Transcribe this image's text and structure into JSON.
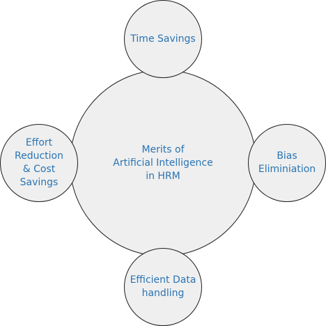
{
  "diagram": {
    "center": {
      "label": "Merits of\nArtificial Intelligence\nin HRM"
    },
    "satellites": {
      "top": {
        "label": "Time Savings"
      },
      "right": {
        "label": "Bias\nEliminiation"
      },
      "bottom": {
        "label": "Efficient Data\nhandling"
      },
      "left": {
        "label": "Effort\nReduction\n& Cost\nSavings"
      }
    }
  },
  "colors": {
    "circle_fill": "#efefef",
    "circle_stroke": "#1c1c1c",
    "text": "#2a74b3"
  }
}
